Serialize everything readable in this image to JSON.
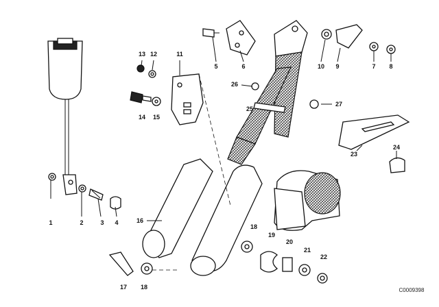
{
  "diagram": {
    "labels": {
      "p1": "1",
      "p2": "2",
      "p3": "3",
      "p4": "4",
      "p5": "5",
      "p6": "6",
      "p7": "7",
      "p8": "8",
      "p9": "9",
      "p10": "10",
      "p11": "11",
      "p12": "12",
      "p13": "13",
      "p14": "14",
      "p15": "15",
      "p16": "16",
      "p17": "17",
      "p18a": "18",
      "p18b": "18",
      "p19": "19",
      "p20": "20",
      "p21": "21",
      "p22": "22",
      "p23": "23",
      "p24": "24",
      "p25": "25",
      "p26": "26",
      "p27": "27"
    },
    "code": "C0009398"
  }
}
